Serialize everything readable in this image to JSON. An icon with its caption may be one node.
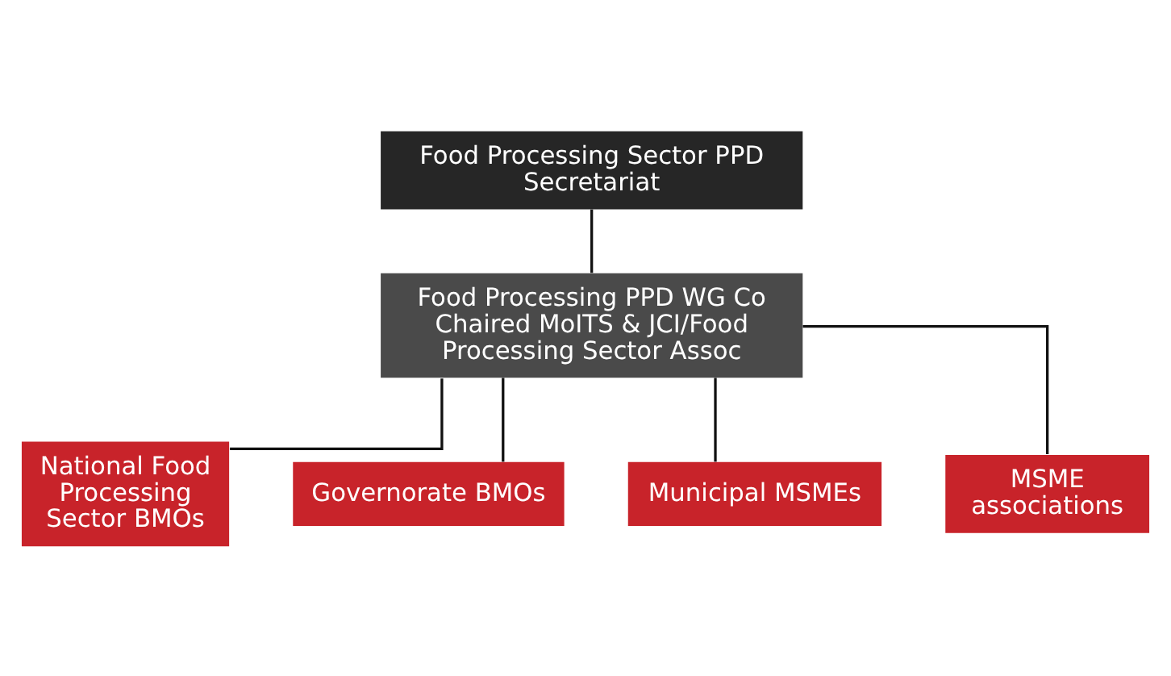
{
  "diagram": {
    "nodes": [
      {
        "text": [
          "Food Processing Sector PPD Secretariat"
        ]
      },
      {
        "text": [
          "Food Processing PPD WG Co Chaired MoITS & JCI/Food Processing Sector Assoc"
        ]
      },
      {
        "text": [
          "National Food Processing Sector BMOs"
        ]
      },
      {
        "text": [
          "Governorate BMOs"
        ]
      },
      {
        "text": [
          "Municipal MSMEs"
        ]
      },
      {
        "text": [
          "MSME associations"
        ]
      }
    ],
    "edges": [
      {
        "from": 0,
        "to": 1,
        "arrow": "none"
      },
      {
        "from": 1,
        "to": 2,
        "arrow": "none"
      },
      {
        "from": 1,
        "to": 3,
        "arrow": "none"
      },
      {
        "from": 1,
        "to": 4,
        "arrow": "none"
      },
      {
        "from": 1,
        "to": 5,
        "arrow": "none"
      }
    ]
  }
}
